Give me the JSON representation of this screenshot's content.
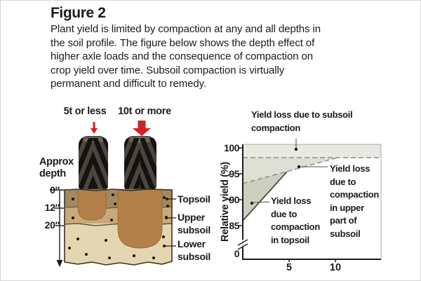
{
  "figure": {
    "title": "Figure 2",
    "caption": "Plant yield is limited by compaction at any and all depths in\nthe soil profile. The figure below shows the depth effect of\nhigher axle loads and the consequence of compaction on\ncrop yield over time. Subsoil compaction is virtually\npermanent and difficult to remedy."
  },
  "diagram": {
    "left_load_label": "5t or less",
    "right_load_label": "10t or more",
    "depth_axis_title": "Approx\ndepth",
    "depth_ticks": [
      "0″",
      "12″",
      "20″"
    ],
    "layer_labels": [
      "Topsoil",
      "Upper\nsubsoil",
      "Lower\nsubsoil"
    ],
    "colors": {
      "topsoil": "#a28a5e",
      "upper_subsoil": "#c7a97c",
      "lower_subsoil": "#e5d6b2",
      "compaction_zone": "#b3804a",
      "load_arrow": "#cf2127",
      "tire_body": "#4a453f",
      "tire_lug": "#16130f"
    }
  },
  "chart": {
    "y_axis_label": "Relative yield (%)",
    "y_tick_labels": [
      "100",
      "95",
      "90",
      "85",
      "0"
    ],
    "x_tick_labels": [
      "5",
      "10"
    ],
    "annotations": {
      "subsoil": "Yield loss due to subsoil\ncompaction",
      "upper_subsoil": "Yield loss\ndue to\ncompaction\nin upper\npart of\nsubsoil",
      "topsoil": "Yield loss\ndue to\ncompaction\nin topsoil"
    },
    "shade_colors": {
      "subsoil_band": "#e9e9e2",
      "upper_wedge": "#dedfd4",
      "topsoil_wedge": "#cfcfc0"
    }
  },
  "chart_data": {
    "type": "area",
    "title": "",
    "xlabel": "",
    "ylabel": "Relative yield (%)",
    "x_ticks": [
      5,
      10
    ],
    "y_ticks": [
      0,
      85,
      90,
      95,
      100
    ],
    "y_axis_break": true,
    "xlim": [
      0,
      15
    ],
    "series": [
      {
        "name": "Yield loss due to subsoil compaction",
        "style": "shaded band, permanent",
        "band": [
          98,
          100
        ]
      },
      {
        "name": "Yield loss due to compaction in upper part of subsoil",
        "style": "dashed recovery line",
        "points": [
          [
            0,
            93
          ],
          [
            10,
            98
          ]
        ]
      },
      {
        "name": "Yield loss due to compaction in topsoil",
        "style": "solid recovery line",
        "points": [
          [
            0,
            86
          ],
          [
            5,
            95.5
          ]
        ]
      }
    ]
  }
}
